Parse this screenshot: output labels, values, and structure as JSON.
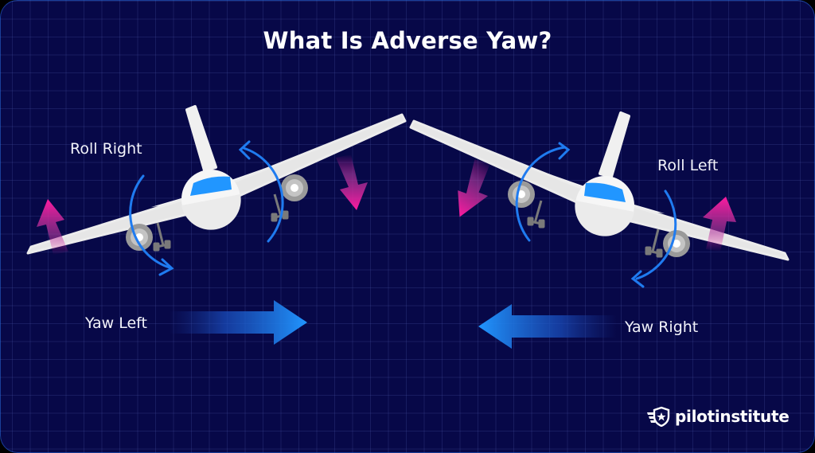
{
  "title": "What Is Adverse Yaw?",
  "labels": {
    "roll_right": "Roll Right",
    "roll_left": "Roll Left",
    "yaw_left": "Yaw Left",
    "yaw_right": "Yaw Right"
  },
  "brand": {
    "name": "pilotinstitute",
    "icon": "winged-shield-star-icon"
  },
  "colors": {
    "background": "#070848",
    "grid": "#2a3080",
    "roll_arrow": "#1f7bf0",
    "lift_arrow": "#ff1aa0",
    "yaw_arrow": "#2196ff",
    "aircraft": "#f2f2f2",
    "windshield": "#2196ff"
  },
  "diagrams": [
    {
      "side": "left",
      "roll": "Roll Right",
      "yaw": "Yaw Left",
      "left_wing_force": "up",
      "right_wing_force": "down",
      "yaw_arrow_direction": "right"
    },
    {
      "side": "right",
      "roll": "Roll Left",
      "yaw": "Yaw Right",
      "left_wing_force": "down",
      "right_wing_force": "up",
      "yaw_arrow_direction": "left"
    }
  ]
}
